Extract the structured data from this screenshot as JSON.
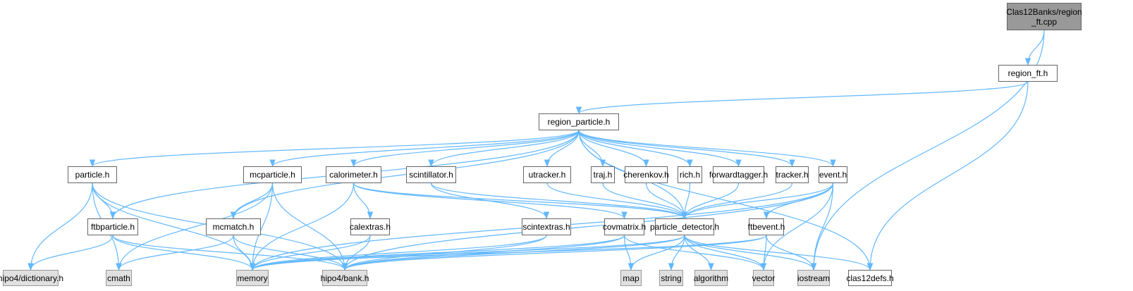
{
  "graph": {
    "nodes": [
      {
        "id": "root",
        "label": "Clas12Banks/region_ft.cpp",
        "line1": "Clas12Banks/region",
        "line2": "_ft.cpp",
        "kind": "root"
      },
      {
        "id": "region_ft",
        "label": "region_ft.h",
        "kind": "file"
      },
      {
        "id": "region_particle",
        "label": "region_particle.h",
        "kind": "file"
      },
      {
        "id": "particle",
        "label": "particle.h",
        "kind": "file"
      },
      {
        "id": "mcparticle",
        "label": "mcparticle.h",
        "kind": "file"
      },
      {
        "id": "calorimeter",
        "label": "calorimeter.h",
        "kind": "file"
      },
      {
        "id": "scintillator",
        "label": "scintillator.h",
        "kind": "file"
      },
      {
        "id": "utracker",
        "label": "utracker.h",
        "kind": "file"
      },
      {
        "id": "traj",
        "label": "traj.h",
        "kind": "file"
      },
      {
        "id": "cherenkov",
        "label": "cherenkov.h",
        "kind": "file"
      },
      {
        "id": "rich",
        "label": "rich.h",
        "kind": "file"
      },
      {
        "id": "forwardtagger",
        "label": "forwardtagger.h",
        "kind": "file"
      },
      {
        "id": "tracker",
        "label": "tracker.h",
        "kind": "file"
      },
      {
        "id": "event",
        "label": "event.h",
        "kind": "file"
      },
      {
        "id": "ftbparticle",
        "label": "ftbparticle.h",
        "kind": "file"
      },
      {
        "id": "mcmatch",
        "label": "mcmatch.h",
        "kind": "file"
      },
      {
        "id": "calextras",
        "label": "calextras.h",
        "kind": "file"
      },
      {
        "id": "scintextras",
        "label": "scintextras.h",
        "kind": "file"
      },
      {
        "id": "covmatrix",
        "label": "covmatrix.h",
        "kind": "file"
      },
      {
        "id": "particle_detector",
        "label": "particle_detector.h",
        "kind": "file"
      },
      {
        "id": "ftbevent",
        "label": "ftbevent.h",
        "kind": "file"
      },
      {
        "id": "dictionary",
        "label": "hipo4/dictionary.h",
        "kind": "sys"
      },
      {
        "id": "cmath",
        "label": "cmath",
        "kind": "sys"
      },
      {
        "id": "memory",
        "label": "memory",
        "kind": "sys"
      },
      {
        "id": "bank",
        "label": "hipo4/bank.h",
        "kind": "sys"
      },
      {
        "id": "map",
        "label": "map",
        "kind": "sys"
      },
      {
        "id": "string",
        "label": "string",
        "kind": "sys"
      },
      {
        "id": "algorithm",
        "label": "algorithm",
        "kind": "sys"
      },
      {
        "id": "vector",
        "label": "vector",
        "kind": "sys"
      },
      {
        "id": "iostream",
        "label": "iostream",
        "kind": "sys"
      },
      {
        "id": "clas12defs",
        "label": "clas12defs.h",
        "kind": "file"
      }
    ],
    "edges": [
      [
        "root",
        "region_ft"
      ],
      [
        "root",
        "iostream"
      ],
      [
        "region_ft",
        "region_particle"
      ],
      [
        "region_ft",
        "clas12defs"
      ],
      [
        "region_particle",
        "particle"
      ],
      [
        "region_particle",
        "ftbparticle"
      ],
      [
        "region_particle",
        "mcparticle"
      ],
      [
        "region_particle",
        "mcmatch"
      ],
      [
        "region_particle",
        "calorimeter"
      ],
      [
        "region_particle",
        "scintillator"
      ],
      [
        "region_particle",
        "particle_detector"
      ],
      [
        "region_particle",
        "utracker"
      ],
      [
        "region_particle",
        "traj"
      ],
      [
        "region_particle",
        "cherenkov"
      ],
      [
        "region_particle",
        "rich"
      ],
      [
        "region_particle",
        "forwardtagger"
      ],
      [
        "region_particle",
        "tracker"
      ],
      [
        "region_particle",
        "event"
      ],
      [
        "region_particle",
        "clas12defs"
      ],
      [
        "particle",
        "ftbparticle"
      ],
      [
        "particle",
        "dictionary"
      ],
      [
        "particle",
        "cmath"
      ],
      [
        "particle",
        "memory"
      ],
      [
        "particle",
        "bank"
      ],
      [
        "mcparticle",
        "mcmatch"
      ],
      [
        "mcparticle",
        "cmath"
      ],
      [
        "mcparticle",
        "memory"
      ],
      [
        "mcparticle",
        "bank"
      ],
      [
        "calorimeter",
        "calextras"
      ],
      [
        "calorimeter",
        "memory"
      ],
      [
        "calorimeter",
        "particle_detector"
      ],
      [
        "calorimeter",
        "covmatrix"
      ],
      [
        "scintillator",
        "scintextras"
      ],
      [
        "scintillator",
        "particle_detector"
      ],
      [
        "utracker",
        "particle_detector"
      ],
      [
        "traj",
        "particle_detector"
      ],
      [
        "cherenkov",
        "particle_detector"
      ],
      [
        "rich",
        "particle_detector"
      ],
      [
        "forwardtagger",
        "particle_detector"
      ],
      [
        "tracker",
        "particle_detector"
      ],
      [
        "event",
        "ftbevent"
      ],
      [
        "event",
        "vector"
      ],
      [
        "event",
        "iostream"
      ],
      [
        "event",
        "memory"
      ],
      [
        "event",
        "bank"
      ],
      [
        "event",
        "particle_detector"
      ],
      [
        "ftbparticle",
        "dictionary"
      ],
      [
        "ftbparticle",
        "memory"
      ],
      [
        "ftbparticle",
        "bank"
      ],
      [
        "mcmatch",
        "cmath"
      ],
      [
        "mcmatch",
        "memory"
      ],
      [
        "mcmatch",
        "bank"
      ],
      [
        "calextras",
        "memory"
      ],
      [
        "calextras",
        "bank"
      ],
      [
        "scintextras",
        "memory"
      ],
      [
        "scintextras",
        "bank"
      ],
      [
        "covmatrix",
        "map"
      ],
      [
        "covmatrix",
        "memory"
      ],
      [
        "covmatrix",
        "bank"
      ],
      [
        "covmatrix",
        "vector"
      ],
      [
        "particle_detector",
        "memory"
      ],
      [
        "particle_detector",
        "bank"
      ],
      [
        "particle_detector",
        "map"
      ],
      [
        "particle_detector",
        "string"
      ],
      [
        "particle_detector",
        "algorithm"
      ],
      [
        "particle_detector",
        "iostream"
      ],
      [
        "particle_detector",
        "clas12defs"
      ],
      [
        "particle_detector",
        "vector"
      ],
      [
        "ftbevent",
        "vector"
      ],
      [
        "ftbevent",
        "iostream"
      ],
      [
        "ftbevent",
        "memory"
      ],
      [
        "ftbevent",
        "bank"
      ]
    ],
    "colors": {
      "edge": "#63b8ff",
      "root_fill": "#999999",
      "sys_fill": "#e0e0e0",
      "file_fill": "#ffffff"
    }
  }
}
